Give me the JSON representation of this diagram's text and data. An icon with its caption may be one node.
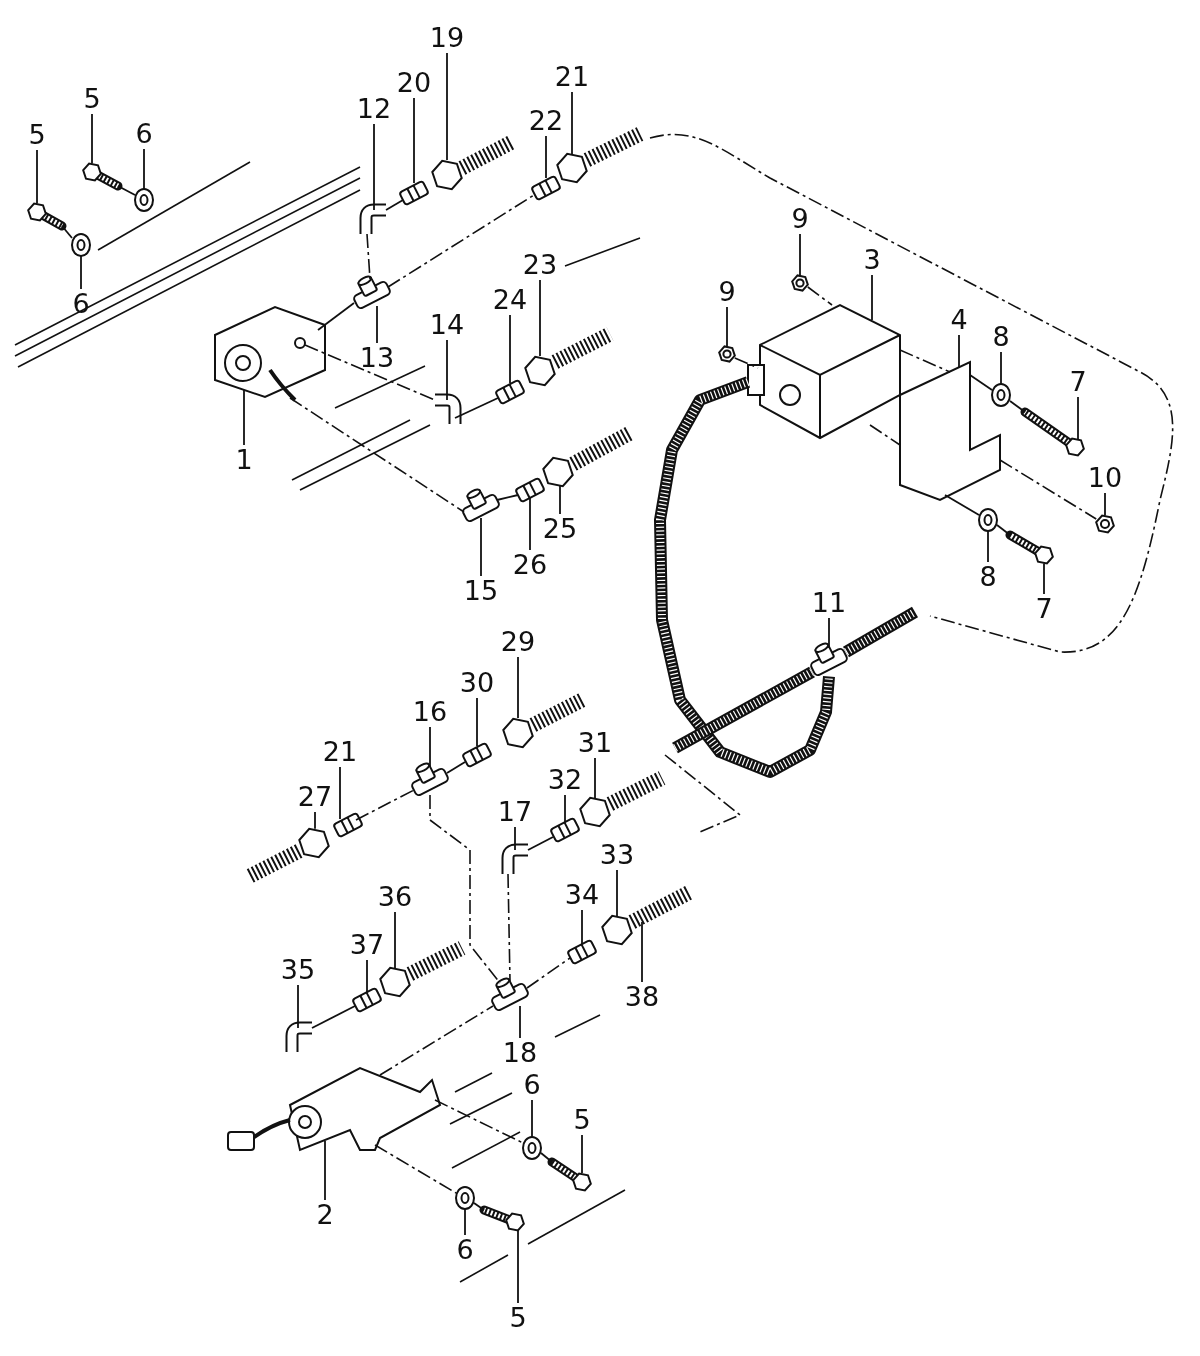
{
  "diagram": {
    "nodes": [
      {
        "text": [
          "19"
        ]
      },
      {
        "text": [
          "21"
        ]
      },
      {
        "text": [
          "20"
        ]
      },
      {
        "text": [
          "5"
        ]
      },
      {
        "text": [
          "12"
        ]
      },
      {
        "text": [
          "22"
        ]
      },
      {
        "text": [
          "6"
        ]
      },
      {
        "text": [
          "5"
        ]
      },
      {
        "text": [
          "9"
        ]
      },
      {
        "text": [
          "3"
        ]
      },
      {
        "text": [
          "23"
        ]
      },
      {
        "text": [
          "9"
        ]
      },
      {
        "text": [
          "24"
        ]
      },
      {
        "text": [
          "6"
        ]
      },
      {
        "text": [
          "4"
        ]
      },
      {
        "text": [
          "14"
        ]
      },
      {
        "text": [
          "8"
        ]
      },
      {
        "text": [
          "13"
        ]
      },
      {
        "text": [
          "7"
        ]
      },
      {
        "text": [
          "1"
        ]
      },
      {
        "text": [
          "10"
        ]
      },
      {
        "text": [
          "25"
        ]
      },
      {
        "text": [
          "26"
        ]
      },
      {
        "text": [
          "8"
        ]
      },
      {
        "text": [
          "15"
        ]
      },
      {
        "text": [
          "11"
        ]
      },
      {
        "text": [
          "7"
        ]
      },
      {
        "text": [
          "29"
        ]
      },
      {
        "text": [
          "30"
        ]
      },
      {
        "text": [
          "16"
        ]
      },
      {
        "text": [
          "31"
        ]
      },
      {
        "text": [
          "21"
        ]
      },
      {
        "text": [
          "32"
        ]
      },
      {
        "text": [
          "27"
        ]
      },
      {
        "text": [
          "17"
        ]
      },
      {
        "text": [
          "33"
        ]
      },
      {
        "text": [
          "34"
        ]
      },
      {
        "text": [
          "36"
        ]
      },
      {
        "text": [
          "37"
        ]
      },
      {
        "text": [
          "35"
        ]
      },
      {
        "text": [
          "38"
        ]
      },
      {
        "text": [
          "18"
        ]
      },
      {
        "text": [
          "6"
        ]
      },
      {
        "text": [
          "5"
        ]
      },
      {
        "text": [
          "2"
        ]
      },
      {
        "text": [
          "6"
        ]
      },
      {
        "text": [
          "5"
        ]
      },
      {
        "text": [],
        "shape": "picture"
      },
      {
        "text": [],
        "shape": "picture"
      },
      {
        "text": [],
        "shape": "picture"
      },
      {
        "text": [],
        "shape": "picture"
      },
      {
        "text": [],
        "shape": "picture"
      },
      {
        "text": [],
        "shape": "picture"
      },
      {
        "text": [],
        "shape": "picture"
      },
      {
        "text": [],
        "shape": "picture"
      },
      {
        "text": [],
        "shape": "picture"
      },
      {
        "text": [],
        "shape": "picture"
      },
      {
        "text": [],
        "shape": "picture"
      },
      {
        "text": [],
        "shape": "picture"
      },
      {
        "text": [],
        "shape": "picture"
      },
      {
        "text": [],
        "shape": "picture"
      },
      {
        "text": [],
        "shape": "picture"
      },
      {
        "text": [],
        "shape": "picture"
      },
      {
        "text": [],
        "shape": "picture"
      },
      {
        "text": [],
        "shape": "picture"
      },
      {
        "text": [],
        "shape": "picture"
      },
      {
        "text": [],
        "shape": "picture"
      },
      {
        "text": [],
        "shape": "picture"
      },
      {
        "text": [],
        "shape": "picture"
      },
      {
        "text": [],
        "shape": "picture"
      },
      {
        "text": [],
        "shape": "picture"
      },
      {
        "text": [],
        "shape": "picture"
      },
      {
        "text": [],
        "shape": "picture"
      },
      {
        "text": [],
        "shape": "picture"
      },
      {
        "text": [],
        "shape": "picture"
      },
      {
        "text": [],
        "shape": "picture"
      },
      {
        "text": [],
        "shape": "picture"
      },
      {
        "text": [],
        "shape": "picture"
      },
      {
        "text": [],
        "shape": "picture"
      },
      {
        "text": [],
        "shape": "picture"
      },
      {
        "text": [],
        "shape": "picture"
      },
      {
        "text": [],
        "shape": "picture"
      },
      {
        "text": [],
        "shape": "picture"
      },
      {
        "text": [],
        "shape": "picture"
      },
      {
        "text": [],
        "shape": "picture"
      },
      {
        "text": [],
        "shape": "picture"
      },
      {
        "text": [],
        "shape": "picture"
      },
      {
        "text": [],
        "shape": "picture"
      },
      {
        "text": [],
        "shape": "picture"
      },
      {
        "text": [],
        "shape": "picture"
      },
      {
        "text": [],
        "shape": "picture"
      },
      {
        "text": [],
        "shape": "picture"
      },
      {
        "text": [],
        "shape": "picture"
      },
      {
        "text": [],
        "shape": "picture"
      }
    ],
    "edges": [
      {
        "from": 0,
        "to": 47,
        "arrow": "none"
      },
      {
        "from": 1,
        "to": 48,
        "arrow": "none"
      },
      {
        "from": 2,
        "to": 49,
        "arrow": "none"
      },
      {
        "from": 3,
        "to": 50,
        "arrow": "none"
      },
      {
        "from": 4,
        "to": 51,
        "arrow": "none"
      },
      {
        "from": 5,
        "to": 52,
        "arrow": "none"
      },
      {
        "from": 6,
        "to": 53,
        "arrow": "none"
      },
      {
        "from": 7,
        "to": 54,
        "arrow": "none"
      },
      {
        "from": 8,
        "to": 55,
        "arrow": "none"
      },
      {
        "from": 9,
        "to": 56,
        "arrow": "none"
      },
      {
        "from": 10,
        "to": 57,
        "arrow": "none"
      },
      {
        "from": 11,
        "to": 58,
        "arrow": "none"
      },
      {
        "from": 12,
        "to": 59,
        "arrow": "none"
      },
      {
        "from": 13,
        "to": 60,
        "arrow": "none"
      },
      {
        "from": 14,
        "to": 61,
        "arrow": "none"
      },
      {
        "from": 15,
        "to": 62,
        "arrow": "none"
      },
      {
        "from": 16,
        "to": 63,
        "arrow": "none"
      },
      {
        "from": 17,
        "to": 64,
        "arrow": "none"
      },
      {
        "from": 18,
        "to": 65,
        "arrow": "none"
      },
      {
        "from": 19,
        "to": 66,
        "arrow": "none"
      },
      {
        "from": 20,
        "to": 67,
        "arrow": "none"
      },
      {
        "from": 21,
        "to": 68,
        "arrow": "none"
      },
      {
        "from": 22,
        "to": 69,
        "arrow": "none"
      },
      {
        "from": 23,
        "to": 70,
        "arrow": "none"
      },
      {
        "from": 24,
        "to": 71,
        "arrow": "none"
      },
      {
        "from": 25,
        "to": 72,
        "arrow": "none"
      },
      {
        "from": 26,
        "to": 73,
        "arrow": "none"
      },
      {
        "from": 27,
        "to": 74,
        "arrow": "none"
      },
      {
        "from": 28,
        "to": 75,
        "arrow": "none"
      },
      {
        "from": 29,
        "to": 76,
        "arrow": "none"
      },
      {
        "from": 30,
        "to": 77,
        "arrow": "none"
      },
      {
        "from": 31,
        "to": 78,
        "arrow": "none"
      },
      {
        "from": 32,
        "to": 79,
        "arrow": "none"
      },
      {
        "from": 33,
        "to": 80,
        "arrow": "none"
      },
      {
        "from": 34,
        "to": 81,
        "arrow": "none"
      },
      {
        "from": 35,
        "to": 82,
        "arrow": "none"
      },
      {
        "from": 36,
        "to": 83,
        "arrow": "none"
      },
      {
        "from": 37,
        "to": 84,
        "arrow": "none"
      },
      {
        "from": 38,
        "to": 85,
        "arrow": "none"
      },
      {
        "from": 39,
        "to": 86,
        "arrow": "none"
      },
      {
        "from": 40,
        "to": 87,
        "arrow": "none"
      },
      {
        "from": 41,
        "to": 88,
        "arrow": "none"
      },
      {
        "from": 42,
        "to": 89,
        "arrow": "none"
      },
      {
        "from": 43,
        "to": 90,
        "arrow": "none"
      },
      {
        "from": 44,
        "to": 91,
        "arrow": "none"
      },
      {
        "from": 45,
        "to": 92,
        "arrow": "none"
      },
      {
        "from": 46,
        "to": 93,
        "arrow": "none"
      },
      {
        "from": 64,
        "to": 52,
        "arrow": "none",
        "style": "dashed"
      },
      {
        "from": 51,
        "to": 64,
        "arrow": "none",
        "style": "dashed"
      },
      {
        "from": 66,
        "to": 64,
        "arrow": "none"
      },
      {
        "from": 51,
        "to": 49,
        "arrow": "none"
      },
      {
        "from": 66,
        "to": 62,
        "arrow": "none",
        "style": "dashed"
      },
      {
        "from": 62,
        "to": 59,
        "arrow": "none"
      },
      {
        "from": 66,
        "to": 71,
        "arrow": "none",
        "style": "dashed"
      },
      {
        "from": 71,
        "to": 69,
        "arrow": "none"
      },
      {
        "from": 50,
        "to": 53,
        "arrow": "none"
      },
      {
        "from": 54,
        "to": 60,
        "arrow": "none"
      },
      {
        "from": 55,
        "to": 56,
        "arrow": "none",
        "style": "dashed"
      },
      {
        "from": 58,
        "to": 56,
        "arrow": "none",
        "style": "dashed"
      },
      {
        "from": 56,
        "to": 61,
        "arrow": "none",
        "style": "dashed"
      },
      {
        "from": 56,
        "to": 61,
        "arrow": "none",
        "style": "dashed"
      },
      {
        "from": 61,
        "to": 63,
        "arrow": "none"
      },
      {
        "from": 63,
        "to": 65,
        "arrow": "none"
      },
      {
        "from": 61,
        "to": 67,
        "arrow": "none",
        "style": "dashed"
      },
      {
        "from": 61,
        "to": 70,
        "arrow": "none"
      },
      {
        "from": 70,
        "to": 73,
        "arrow": "none"
      },
      {
        "from": 78,
        "to": 76,
        "arrow": "none",
        "style": "dashed"
      },
      {
        "from": 76,
        "to": 75,
        "arrow": "none"
      },
      {
        "from": 76,
        "to": 88,
        "arrow": "none",
        "style": "dashed"
      },
      {
        "from": 81,
        "to": 79,
        "arrow": "none"
      },
      {
        "from": 81,
        "to": 88,
        "arrow": "none",
        "style": "dashed"
      },
      {
        "from": 88,
        "to": 83,
        "arrow": "none",
        "style": "dashed"
      },
      {
        "from": 86,
        "to": 85,
        "arrow": "none"
      },
      {
        "from": 91,
        "to": 88,
        "arrow": "none",
        "style": "dashed"
      },
      {
        "from": 91,
        "to": 89,
        "arrow": "none",
        "style": "dashed"
      },
      {
        "from": 89,
        "to": 90,
        "arrow": "none"
      },
      {
        "from": 91,
        "to": 92,
        "arrow": "none",
        "style": "dashed"
      },
      {
        "from": 92,
        "to": 93,
        "arrow": "none"
      },
      {
        "from": 56,
        "to": 72,
        "arrow": "none",
        "style": "thick"
      },
      {
        "from": null,
        "to": 72,
        "arrow": "none",
        "style": "thick"
      },
      {
        "from": 72,
        "to": null,
        "arrow": "none",
        "style": "thick"
      }
    ]
  }
}
